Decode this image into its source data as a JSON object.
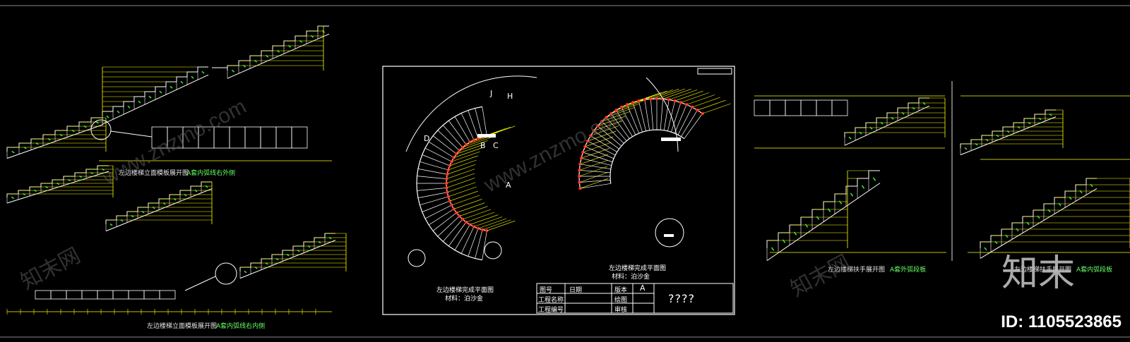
{
  "captions": {
    "top_left_caption": "左边楼梯立面模板展开图",
    "top_left_note": "A套内弧线右外侧",
    "bottom_left_caption": "左边楼梯立面模板展开图",
    "bottom_left_note": "A套内弧线右内侧",
    "plan_left_caption_line1": "左边楼梯完成平面图",
    "plan_left_caption_line2": "材料：泊沙金",
    "plan_right_caption_line1": "左边楼梯完成平面图",
    "plan_right_caption_line2": "材料：泊沙金",
    "right_a_caption": "左边楼梯扶手展开图",
    "right_a_note": "A套外弧段板",
    "right_b_caption": "左边楼梯扶手展开图",
    "right_b_note": "A套内弧段板"
  },
  "plan_labels": [
    "J",
    "H",
    "B",
    "C",
    "A",
    "D"
  ],
  "title_block": {
    "r1c1": "图号",
    "r1c2": "日期",
    "r1c3": "版本",
    "r1c4": "A",
    "r2c1": "工程名称",
    "r2c2": "绘图",
    "r3c1": "工程编号",
    "r3c2": "审核",
    "big": "????"
  },
  "watermark": {
    "logo": "知末",
    "id": "ID: 1105523865",
    "diag1": "www.znzmo.com",
    "diag2": "知末网",
    "diag3": "www.znzmo.com",
    "diag4": "知末网"
  },
  "colors": {
    "background": "#000000",
    "white": "#ffffff",
    "yellow": "#ffff00",
    "green": "#33ff33",
    "red": "#ff2222",
    "cyan": "#00ffff"
  }
}
